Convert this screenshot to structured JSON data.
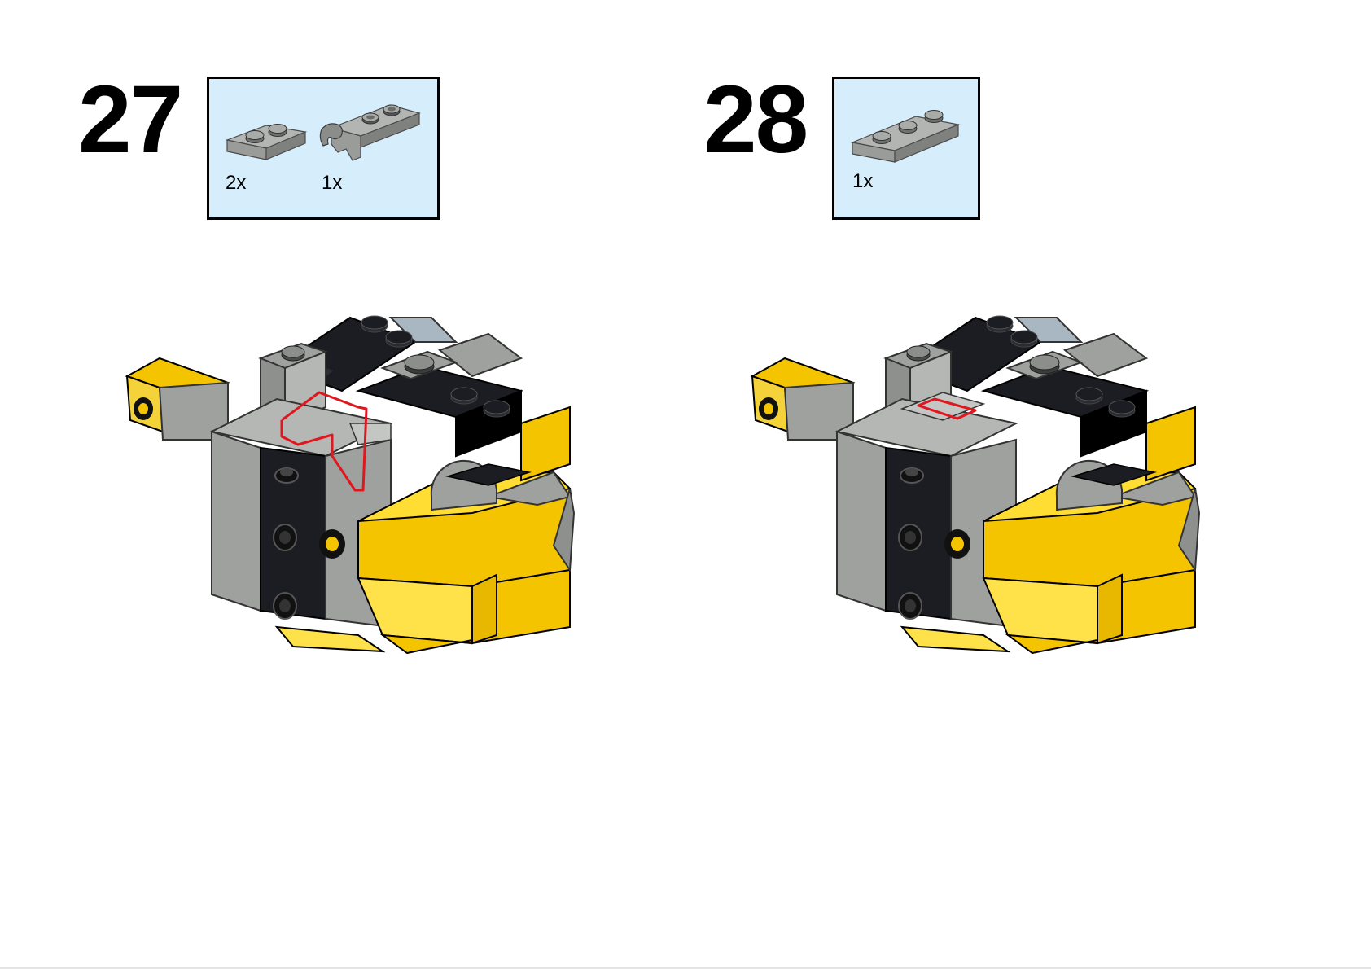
{
  "colors": {
    "parts_box_bg": "#d6eefb",
    "yellow": "#f5c400",
    "yellow_light": "#ffdd33",
    "gray": "#9fa19f",
    "gray_dark": "#6e716f",
    "black_part": "#1c1d22",
    "highlight": "#e0171e"
  },
  "steps": [
    {
      "number": "27",
      "parts": [
        {
          "name": "plate-1x2-gray",
          "qty": "2x"
        },
        {
          "name": "plate-1x3-with-clip-gray",
          "qty": "1x"
        }
      ]
    },
    {
      "number": "28",
      "parts": [
        {
          "name": "plate-1x3-gray",
          "qty": "1x"
        }
      ]
    }
  ]
}
